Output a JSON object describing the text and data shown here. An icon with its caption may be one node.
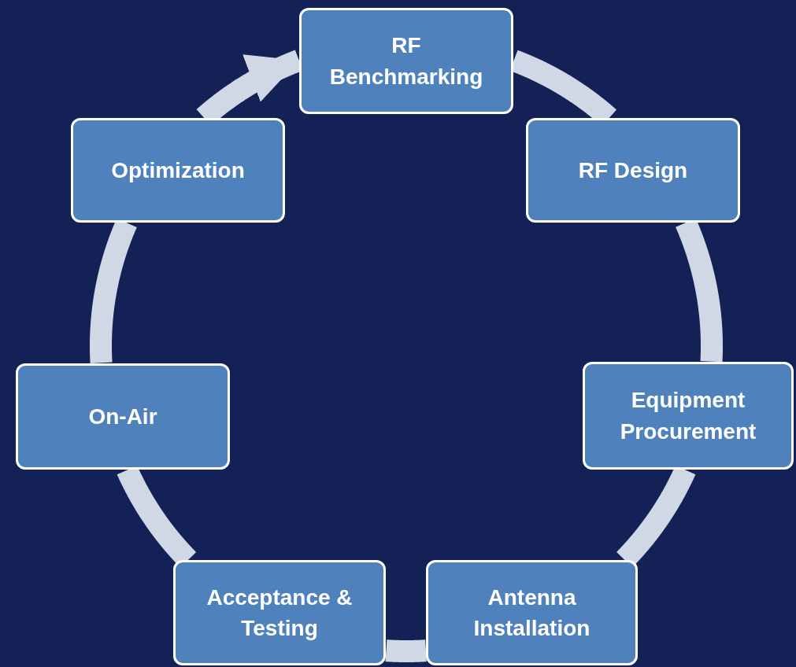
{
  "diagram": {
    "nodes": [
      {
        "text": [
          "RF Benchmarking"
        ]
      },
      {
        "text": [
          "RF Design"
        ]
      },
      {
        "text": [
          "Equipment Procurement"
        ]
      },
      {
        "text": [
          "Antenna Installation"
        ]
      },
      {
        "text": [
          "Acceptance & Testing"
        ]
      },
      {
        "text": [
          "On-Air"
        ]
      },
      {
        "text": [
          "Optimization"
        ]
      }
    ],
    "edges": [
      {
        "from": 0,
        "to": 1,
        "arrow": "none"
      },
      {
        "from": 1,
        "to": 2,
        "arrow": "none"
      },
      {
        "from": 2,
        "to": 3,
        "arrow": "none"
      },
      {
        "from": 3,
        "to": 4,
        "arrow": "none"
      },
      {
        "from": 4,
        "to": 5,
        "arrow": "none"
      },
      {
        "from": 5,
        "to": 6,
        "arrow": "none"
      },
      {
        "from": 6,
        "to": 0,
        "arrow": "to"
      }
    ]
  }
}
